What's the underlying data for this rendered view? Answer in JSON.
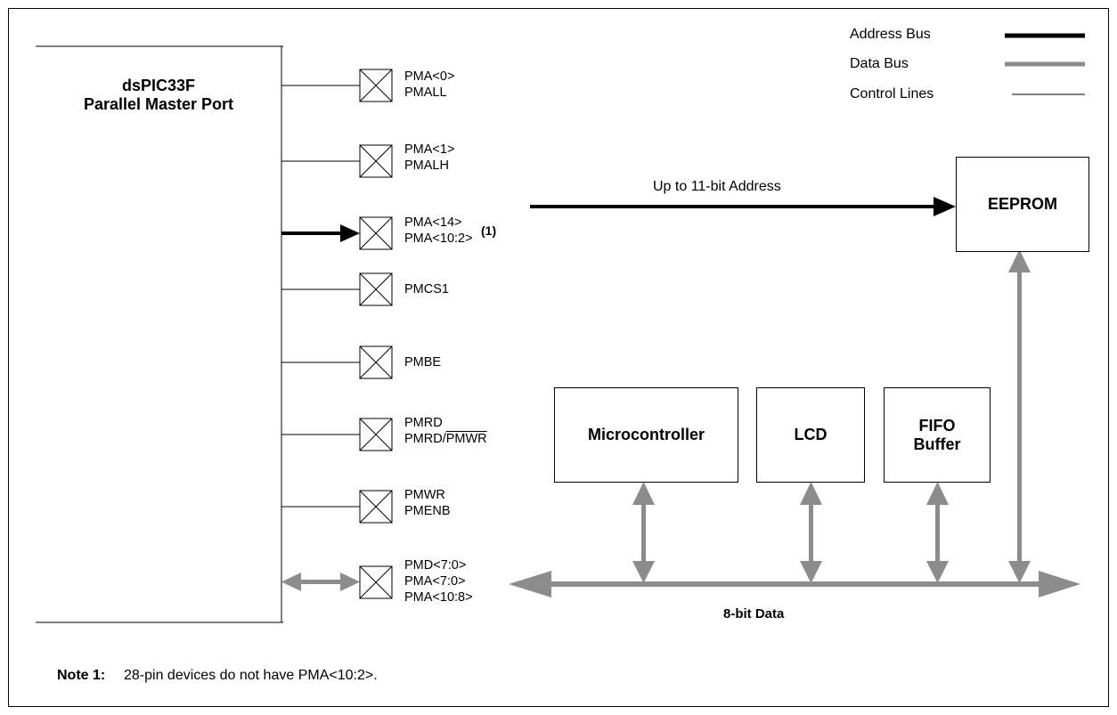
{
  "pmp": {
    "title": "dsPIC33F",
    "subtitle": "Parallel Master Port"
  },
  "legend": [
    {
      "label": "Address Bus",
      "style": "thick-black",
      "color": "#000000"
    },
    {
      "label": "Data Bus",
      "style": "thick-gray",
      "color": "#8c8c8c"
    },
    {
      "label": "Control Lines",
      "style": "thin-black",
      "color": "#000000"
    }
  ],
  "pins": [
    {
      "lines": [
        "PMA<0>",
        "PMALL"
      ]
    },
    {
      "lines": [
        "PMA<1>",
        "PMALH"
      ]
    },
    {
      "lines": [
        "PMA<14>",
        "PMA<10:2>"
      ],
      "note": "(1)"
    },
    {
      "lines": [
        "PMCS1"
      ]
    },
    {
      "lines": [
        "PMBE"
      ]
    },
    {
      "line1": "PMRD",
      "line2_a": "PMRD/",
      "line2_b": "PMWR"
    },
    {
      "lines": [
        "PMWR",
        "PMENB"
      ]
    },
    {
      "lines": [
        "PMD<7:0>",
        "PMA<7:0>",
        "PMA<10:8>"
      ]
    }
  ],
  "address_label": "Up to 11-bit Address",
  "data_label": "8-bit Data",
  "devices": {
    "eeprom": "EEPROM",
    "microcontroller": "Microcontroller",
    "lcd": "LCD",
    "fifo_line1": "FIFO",
    "fifo_line2": "Buffer"
  },
  "note": {
    "prefix": "Note 1:",
    "text": "28-pin devices do not have PMA<10:2>."
  },
  "colors": {
    "data_bus": "#8c8c8c",
    "line": "#000000"
  }
}
